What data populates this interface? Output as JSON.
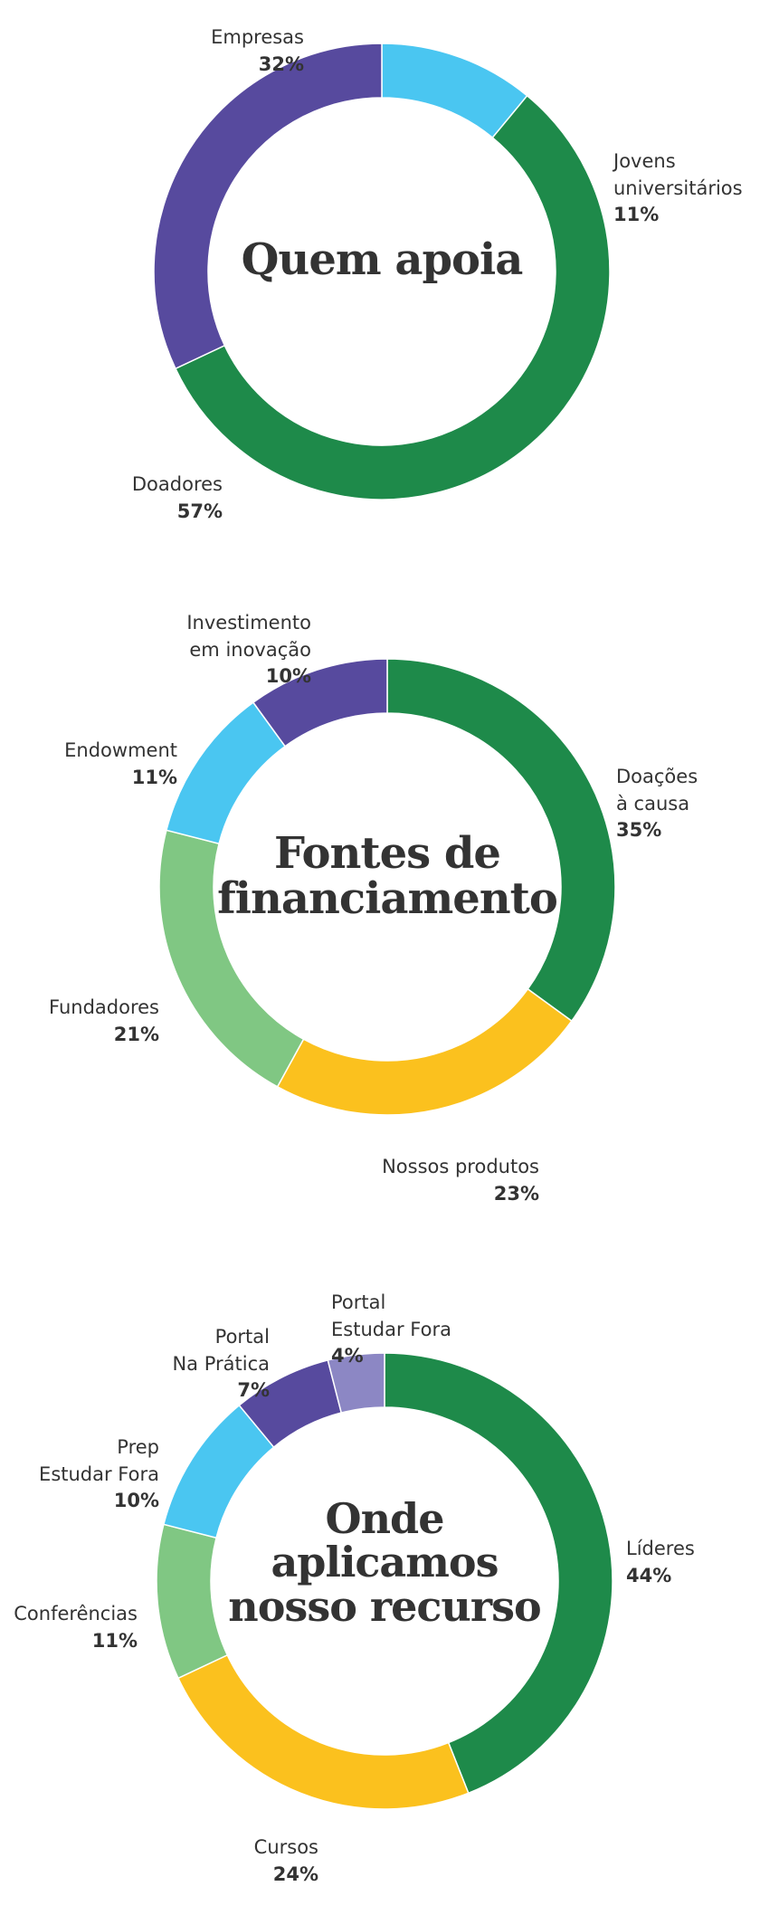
{
  "chart_data": [
    {
      "type": "pie",
      "title": "Quem apoia",
      "start_angle": 0,
      "slices": [
        {
          "label": "Jovens\nuniversitários",
          "value": 11,
          "pct": "11%",
          "color": "#4ac6f1"
        },
        {
          "label": "Doadores",
          "value": 57,
          "pct": "57%",
          "color": "#1e8a4a"
        },
        {
          "label": "Empresas",
          "value": 32,
          "pct": "32%",
          "color": "#574a9e"
        }
      ]
    },
    {
      "type": "pie",
      "title": "Fontes de\nfinanciamento",
      "start_angle": 0,
      "slices": [
        {
          "label": "Doações\nà causa",
          "value": 35,
          "pct": "35%",
          "color": "#1e8a4a"
        },
        {
          "label": "Nossos produtos",
          "value": 23,
          "pct": "23%",
          "color": "#fbc11e"
        },
        {
          "label": "Fundadores",
          "value": 21,
          "pct": "21%",
          "color": "#80c783"
        },
        {
          "label": "Endowment",
          "value": 11,
          "pct": "11%",
          "color": "#4ac6f1"
        },
        {
          "label": "Investimento\nem inovação",
          "value": 10,
          "pct": "10%",
          "color": "#574a9e"
        }
      ]
    },
    {
      "type": "pie",
      "title": "Onde\naplicamos\nnosso recurso",
      "start_angle": 0,
      "slices": [
        {
          "label": "Líderes",
          "value": 44,
          "pct": "44%",
          "color": "#1e8a4a"
        },
        {
          "label": "Cursos",
          "value": 24,
          "pct": "24%",
          "color": "#fbc11e"
        },
        {
          "label": "Conferências",
          "value": 11,
          "pct": "11%",
          "color": "#80c783"
        },
        {
          "label": "Prep\nEstudar Fora",
          "value": 10,
          "pct": "10%",
          "color": "#4ac6f1"
        },
        {
          "label": "Portal\nNa Prática",
          "value": 7,
          "pct": "7%",
          "color": "#574a9e"
        },
        {
          "label": "Portal\nEstudar Fora",
          "value": 4,
          "pct": "4%",
          "color": "#8c87c4"
        }
      ]
    }
  ]
}
